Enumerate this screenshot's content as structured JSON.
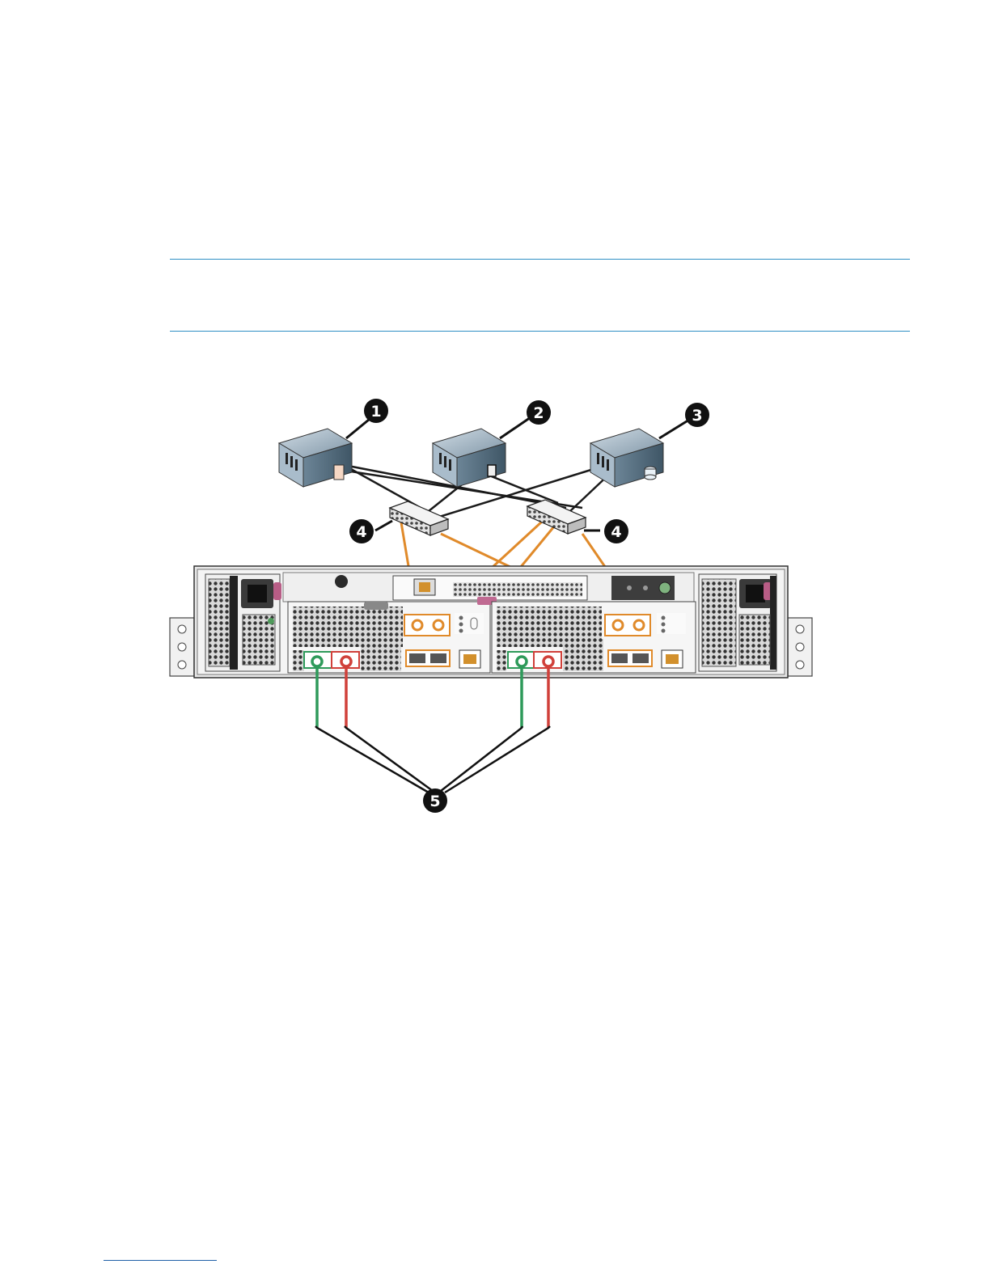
{
  "figure": {
    "callouts": [
      "1",
      "2",
      "3",
      "4",
      "4",
      "5"
    ],
    "cable_colors": {
      "host": "#1a1a1a",
      "fibre": "#e08a2a",
      "expansion_in": "#2e9a5a",
      "expansion_out": "#d0403a"
    },
    "components": [
      "host-server-icon",
      "fc-switch-icon",
      "storage-enclosure-rear-icon",
      "power-supply-icon",
      "controller-module-icon"
    ]
  }
}
